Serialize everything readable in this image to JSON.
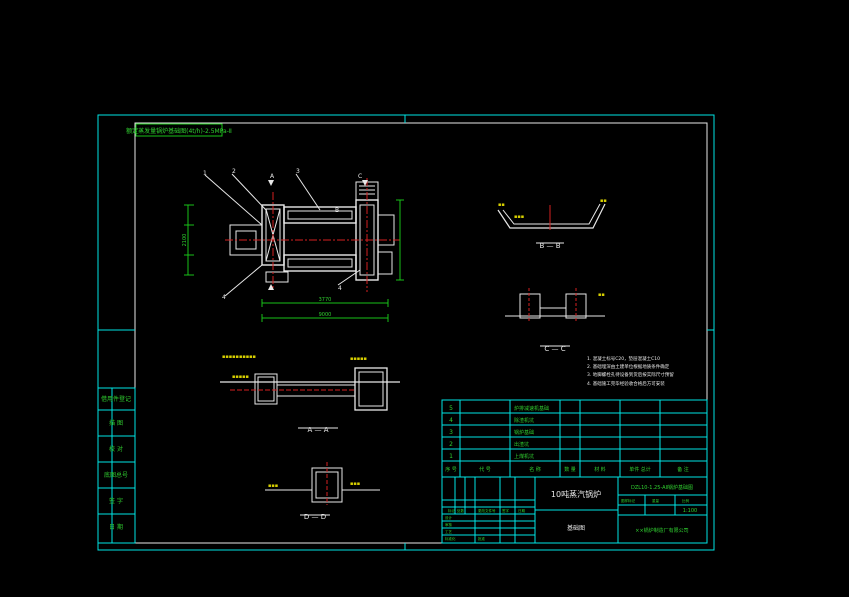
{
  "colors": {
    "background": "#000000",
    "frame": "#00e5e5",
    "outline": "#e8e8e8",
    "centerline": "#d42020",
    "dimension": "#18c018",
    "label": "#d8d000"
  },
  "plan_view": {
    "title_box": "额定蒸发量锅炉基础图(4t/h)-2.5MPa-Ⅱ",
    "callouts": [
      "1",
      "2",
      "3",
      "4",
      "4"
    ],
    "dim_left": "2100",
    "dim_bottom_1": "3770",
    "dim_bottom_2": "9000",
    "marks": [
      "A",
      "B",
      "C"
    ]
  },
  "section_aa": {
    "label": "A — A"
  },
  "section_bb": {
    "label": "B — B"
  },
  "section_cc": {
    "label": "C — C"
  },
  "section_dd": {
    "label": "D — D"
  },
  "notes": [
    "1. 混凝土标号C20，垫层混凝土C10",
    "2. 基础埋深由土建单位根据地质条件确定",
    "3. 地脚螺栓孔待设备到货后按实际尺寸预留",
    "4. 基础施工完毕经验收合格后方可安装"
  ],
  "left_strip": [
    "借用件登记",
    "描 图",
    "校 对",
    "底图总号",
    "签 字",
    "日 期"
  ],
  "parts_table": {
    "rows": [
      {
        "no": "5",
        "name": "炉排减速机基础"
      },
      {
        "no": "4",
        "name": "除渣机坑"
      },
      {
        "no": "3",
        "name": "锅炉基础"
      },
      {
        "no": "2",
        "name": "出渣坑"
      },
      {
        "no": "1",
        "name": "上煤机坑"
      }
    ],
    "header": [
      "序 号",
      "代 号",
      "名 称",
      "数 量",
      "材 料",
      "单件 总计",
      "备 注"
    ]
  },
  "title_block": {
    "product": "10吨蒸汽锅炉",
    "drawing_no": "DZL10-1.25-AⅡ锅炉基础图",
    "sheet_title": "基础图",
    "company": "××锅炉制造厂有限公司",
    "scale": "1:100",
    "small_labels": [
      "标记",
      "处数",
      "更改文件号",
      "签字",
      "日期",
      "设计",
      "审核",
      "工艺",
      "标准化",
      "批准",
      "图样标记",
      "重量",
      "比例"
    ]
  }
}
